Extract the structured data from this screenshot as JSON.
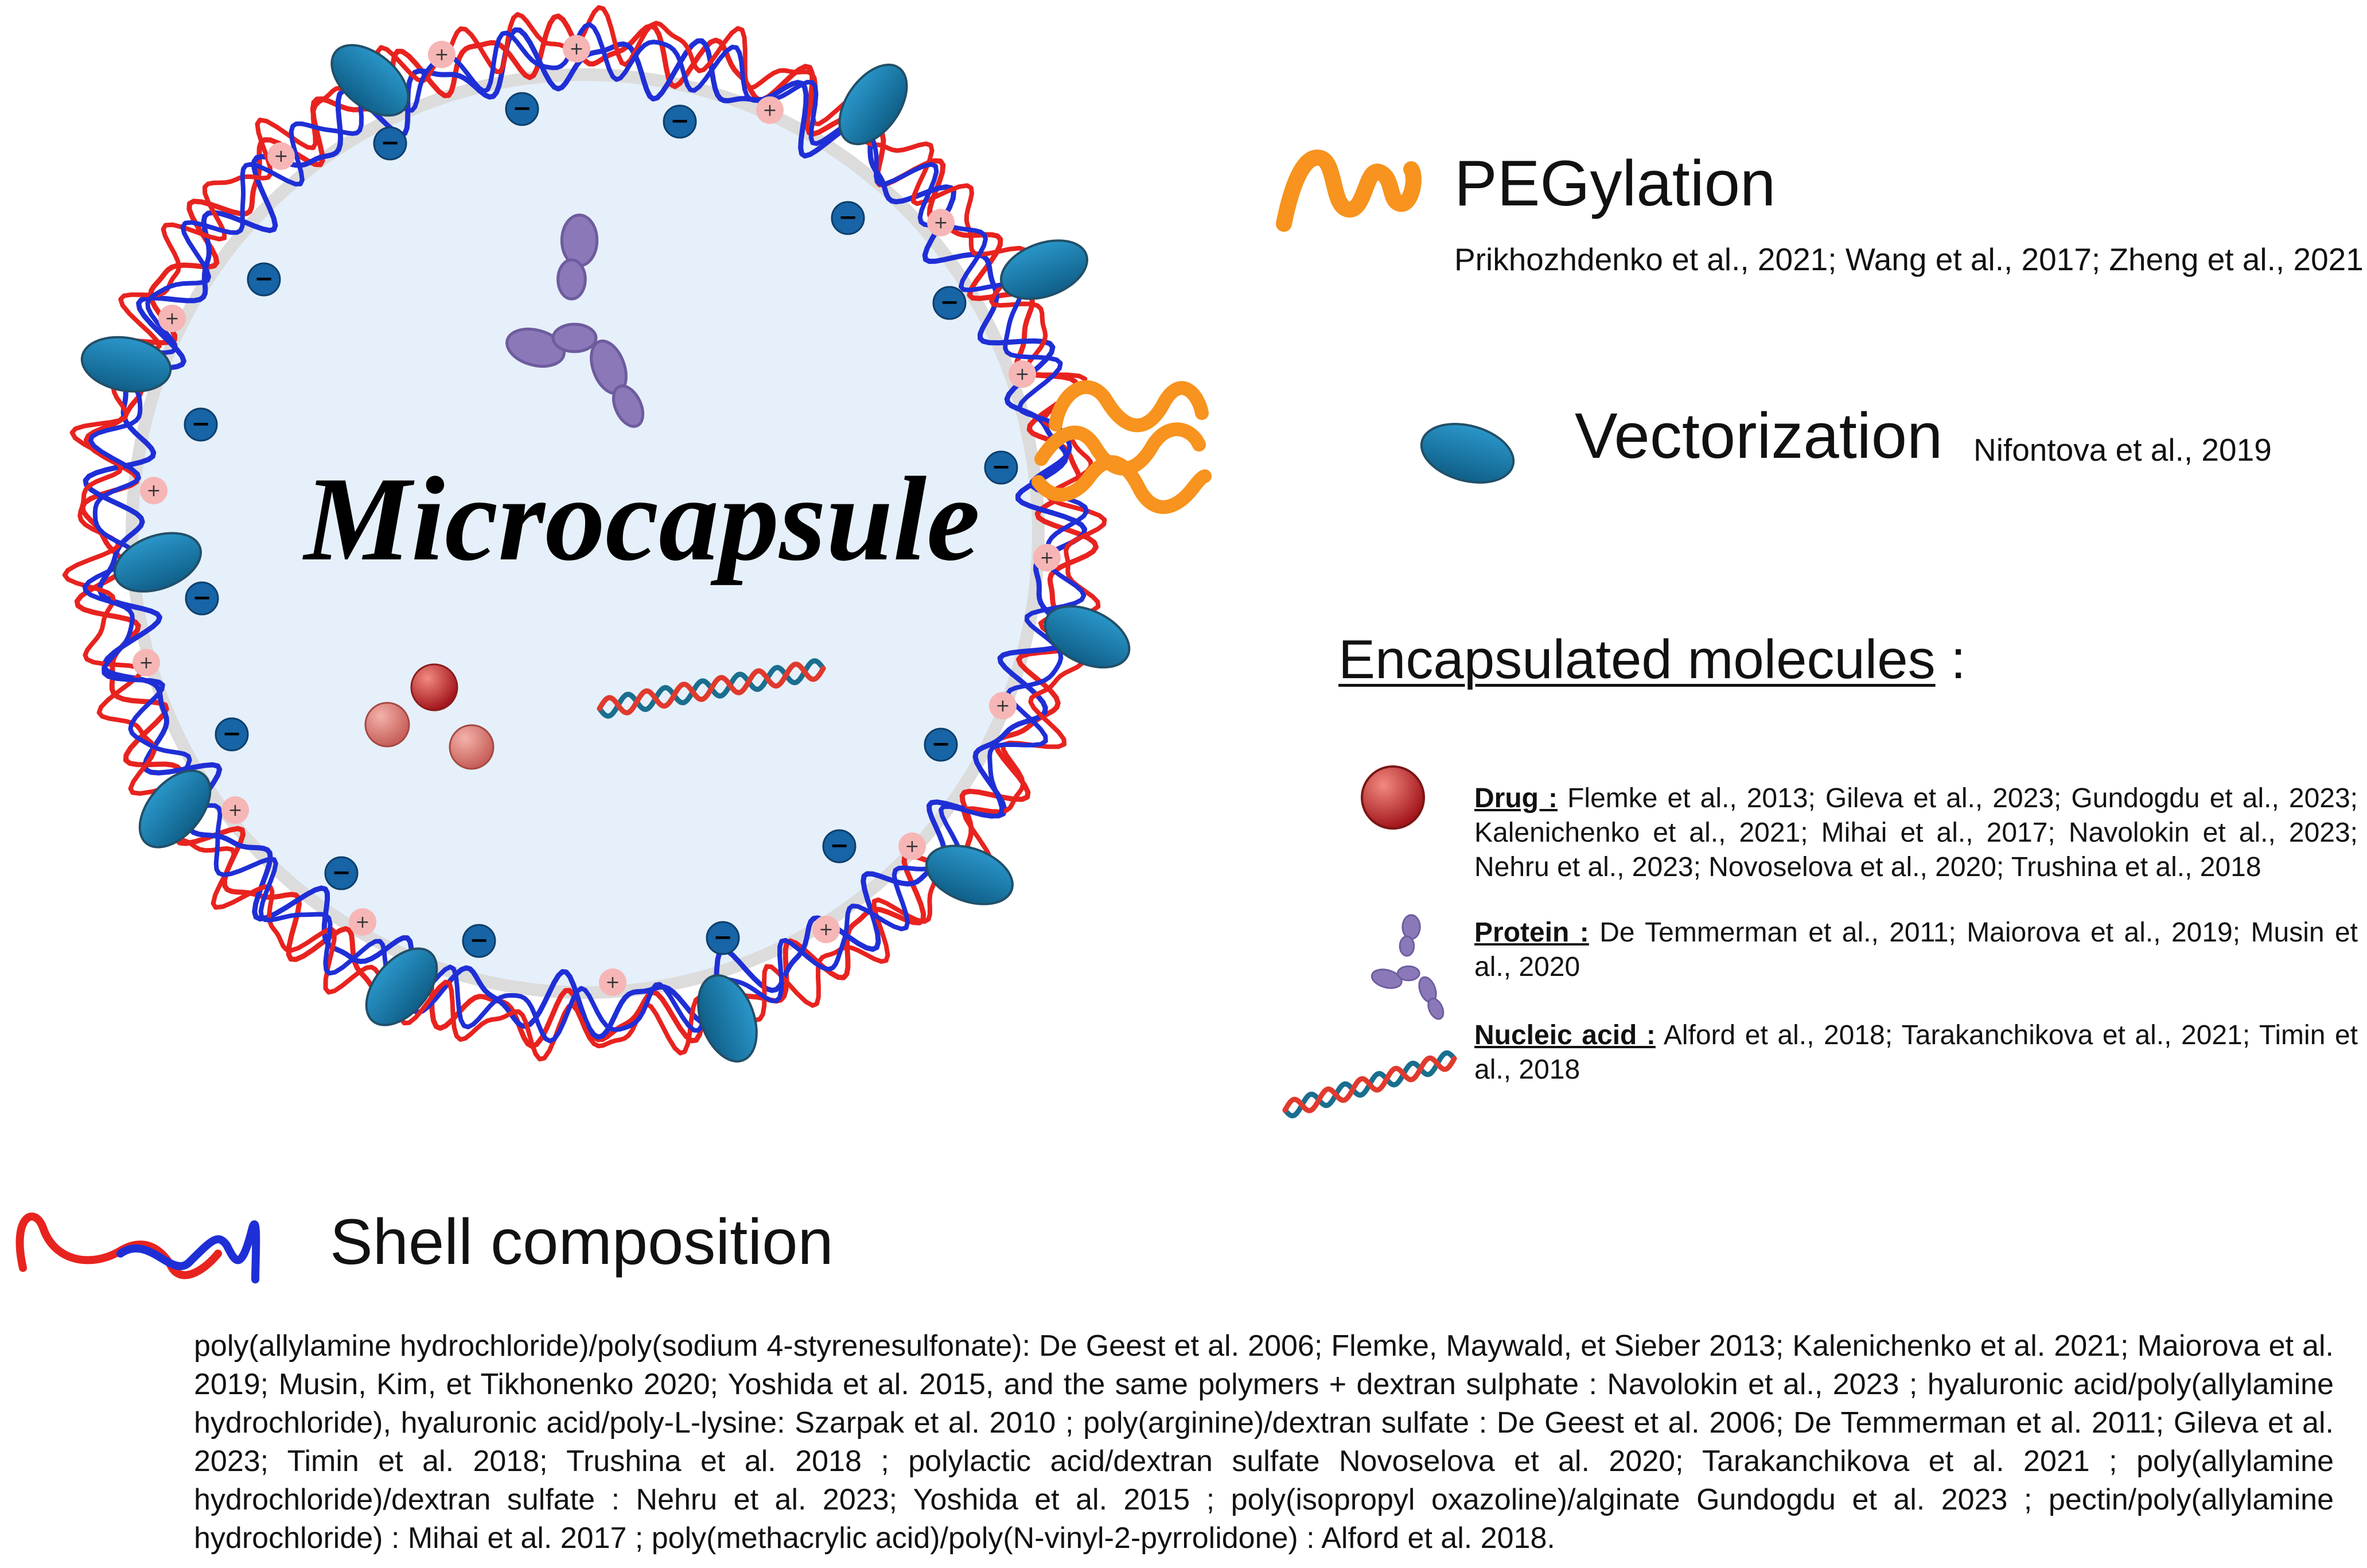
{
  "capsule": {
    "label": "Microcapsule"
  },
  "pegylation": {
    "title": "PEGylation",
    "refs": "Prikhozhdenko et al., 2021; Wang et al., 2017; Zheng et al., 2021"
  },
  "vectorization": {
    "title": "Vectorization",
    "refs": "Nifontova et al., 2019"
  },
  "encapsulated": {
    "title": "Encapsulated molecules",
    "suffix": " :",
    "drug": {
      "label": "Drug :",
      "refs": " Flemke et al., 2013; Gileva et al., 2023; Gundogdu et al., 2023; Kalenichenko et al., 2021; Mihai et al., 2017; Navolokin et al., 2023; Nehru et al., 2023; Novoselova et al., 2020; Trushina et al., 2018"
    },
    "protein": {
      "label": "Protein :",
      "refs": " De Temmerman et al., 2011; Maiorova et al., 2019; Musin et al., 2020"
    },
    "nucleic_acid": {
      "label": "Nucleic acid :",
      "refs": " Alford et al., 2018; Tarakanchikova et al., 2021; Timin et al., 2018"
    }
  },
  "shell": {
    "title": "Shell composition",
    "text": "poly(allylamine hydrochloride)/poly(sodium 4-styrenesulfonate): De Geest et al. 2006; Flemke, Maywald, et Sieber 2013; Kalenichenko et al. 2021; Maiorova et al. 2019; Musin, Kim, et Tikhonenko 2020; Yoshida et al. 2015, and the same polymers + dextran sulphate : Navolokin et al., 2023 ; hyaluronic acid/poly(allylamine hydrochloride), hyaluronic acid/poly-L-lysine: Szarpak et al. 2010 ; poly(arginine)/dextran sulfate : De Geest et al. 2006; De Temmerman et al. 2011; Gileva et al. 2023; Timin et al. 2018; Trushina et al. 2018 ; polylactic acid/dextran sulfate Novoselova et al. 2020; Tarakanchikova et al. 2021 ; poly(allylamine hydrochloride)/dextran sulfate : Nehru et al. 2023; Yoshida et al. 2015 ; poly(isopropyl oxazoline)/alginate Gundogdu et al. 2023 ; pectin/poly(allylamine hydrochloride) : Mihai et al. 2017 ; poly(methacrylic acid)/poly(N-vinyl-2-pyrrolidone) : Alford et al. 2018."
  },
  "charges": {
    "positive": "+",
    "negative": "−"
  },
  "colors": {
    "polycation": "#e8231f",
    "polyanion": "#1f2fd6",
    "peg": "#f7931e",
    "vector": "#1a78a8",
    "drug": "#c8252a",
    "drug_light": "#d9706a",
    "protein": "#8b78b8",
    "capsule_fill": "#e6f0fa",
    "positive_charge": "#f6b6b6",
    "negative_charge": "#1764a6"
  },
  "icons": [
    "peg-chain-icon",
    "vector-ellipse-icon",
    "drug-sphere-icon",
    "protein-icon",
    "dna-helix-icon",
    "shell-polymer-icon"
  ]
}
